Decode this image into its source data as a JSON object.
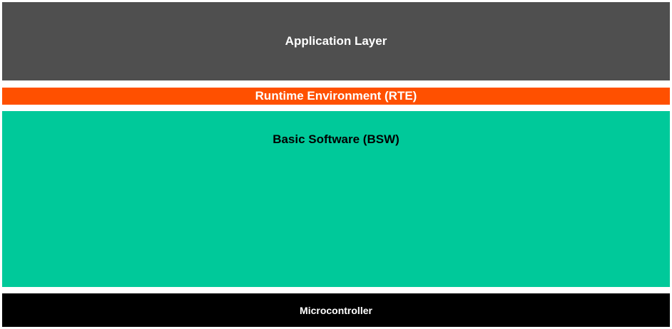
{
  "layers": {
    "application": {
      "label": "Application Layer",
      "bg": "#4f4f4f",
      "fg": "#ffffff"
    },
    "rte": {
      "label": "Runtime Environment (RTE)",
      "bg": "#ff5000",
      "fg": "#ffffff"
    },
    "bsw": {
      "label": "Basic Software (BSW)",
      "bg": "#00c99a",
      "fg": "#000000"
    },
    "microcontroller": {
      "label": "Microcontroller",
      "bg": "#000000",
      "fg": "#ffffff"
    }
  }
}
